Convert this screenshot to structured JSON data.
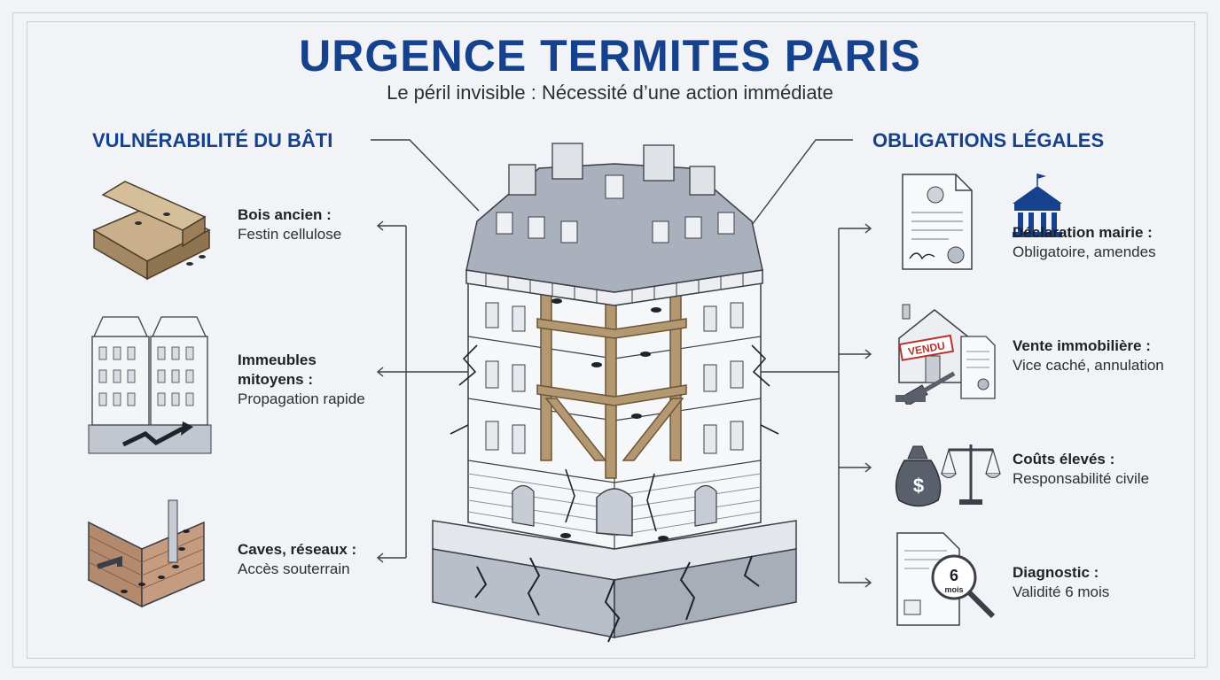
{
  "title": "URGENCE TERMITES PARIS",
  "subtitle": "Le péril invisible : Nécessité d’une action immédiate",
  "left": {
    "heading": "VULNÉRABILITÉ DU BÂTI",
    "items": [
      {
        "title": "Bois ancien :",
        "desc": "Festin cellulose"
      },
      {
        "title": "Immeubles",
        "title2": "mitoyens :",
        "desc": "Propagation rapide"
      },
      {
        "title": "Caves, réseaux :",
        "desc": "Accès souterrain"
      }
    ]
  },
  "right": {
    "heading": "OBLIGATIONS LÉGALES",
    "items": [
      {
        "title": "Déclaration mairie :",
        "desc": "Obligatoire, amendes"
      },
      {
        "title": "Vente immobilière :",
        "desc": "Vice caché, annulation"
      },
      {
        "title": "Coûts élevés :",
        "desc": "Responsabilité civile"
      },
      {
        "title": "Diagnostic :",
        "desc": "Validité 6 mois"
      }
    ]
  },
  "icon_text": {
    "vendu": "VENDU",
    "dollar": "$",
    "months_num": "6",
    "months_word": "mois"
  },
  "colors": {
    "accent": "#16418c",
    "text": "#2b2f36",
    "background": "#f1f3f6",
    "wood": "#a38863",
    "stone": "#c7ccd4",
    "red_stamp": "#b8322b"
  }
}
